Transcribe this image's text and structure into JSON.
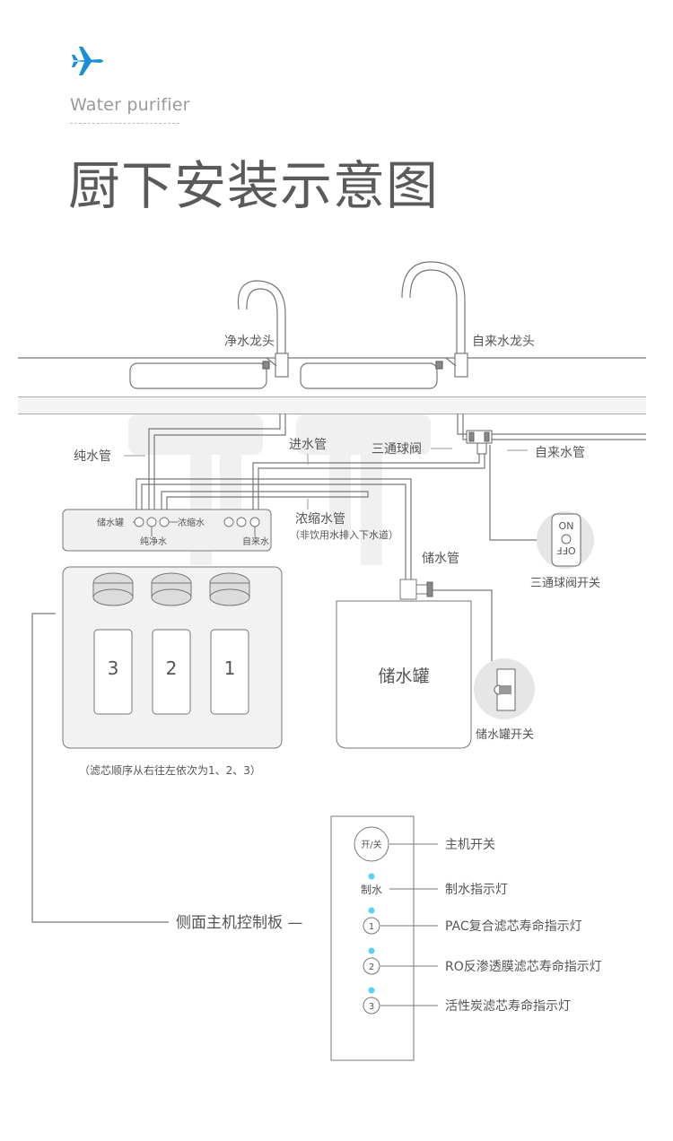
{
  "header": {
    "icon": "airplane-icon",
    "subtitle": "Water purifier",
    "title": "厨下安装示意图"
  },
  "colors": {
    "accent": "#1a8fd6",
    "indicator": "#57d2f0",
    "line": "#777777",
    "ghost": "#eeeeee"
  },
  "labels": {
    "pure_faucet": "净水龙头",
    "tap_faucet": "自来水龙头",
    "pure_pipe": "纯水管",
    "inlet_pipe": "进水管",
    "three_way_valve": "三通球阀",
    "tap_pipe": "自来水管",
    "concentrate_pipe": "浓缩水管",
    "concentrate_note": "（非饮用水排入下水道）",
    "storage_pipe": "储水管",
    "valve_switch": "三通球阀开关",
    "tank_switch": "储水罐开关",
    "side_panel": "侧面主机控制板 —",
    "filter_order": "（滤芯顺序从右往左依次为1、2、3）"
  },
  "unit_ports": {
    "tank": "储水罐",
    "concentrate": "浓缩水",
    "pure": "纯净水",
    "tap": "自来水"
  },
  "filters": [
    "3",
    "2",
    "1"
  ],
  "tank": {
    "label": "储水罐"
  },
  "valve_badge": {
    "on": "ON",
    "off": "OFF"
  },
  "panel": {
    "power_button": "开/关",
    "make_water": "制水",
    "indicators": [
      "1",
      "2",
      "3"
    ],
    "legend": [
      "主机开关",
      "制水指示灯",
      "PAC复合滤芯寿命指示灯",
      "RO反渗透膜滤芯寿命指示灯",
      "活性炭滤芯寿命指示灯"
    ]
  }
}
